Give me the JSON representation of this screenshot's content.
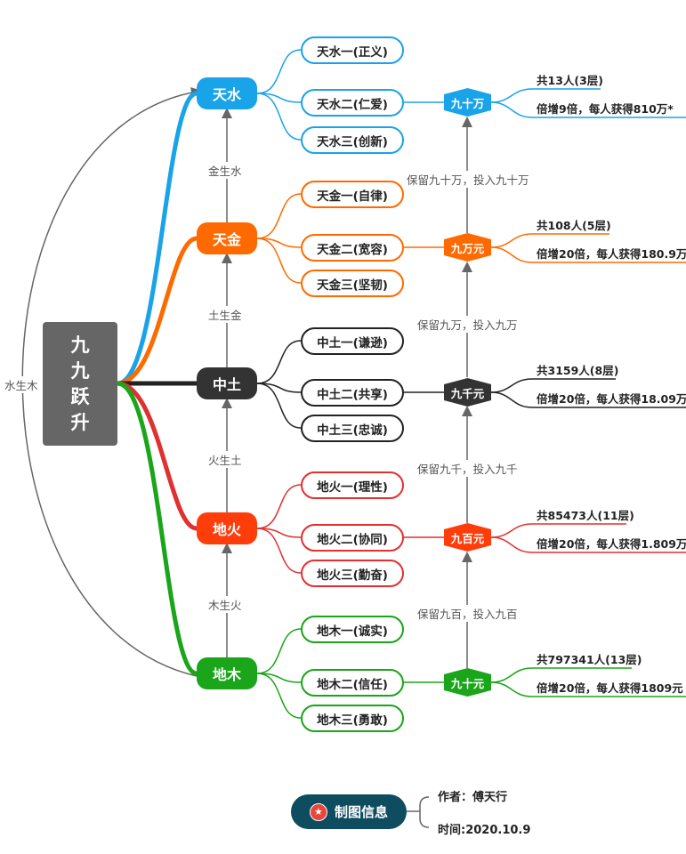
{
  "root": {
    "chars": [
      "九",
      "九",
      "跃",
      "升"
    ]
  },
  "colors": {
    "water": "#19a3e8",
    "metal": "#ff6a00",
    "earth": "#333333",
    "fire": "#ff3d0a",
    "wood": "#1aa51a",
    "root": "#666666",
    "footer": "#0e4c60"
  },
  "branches": [
    {
      "label": "天水",
      "leaves": [
        "天水一(正义)",
        "天水二(仁爱)",
        "天水三(创新)"
      ],
      "stage": "九十万",
      "count": "共13人(3层)",
      "gain": "倍增9倍，每人获得810万*"
    },
    {
      "label": "天金",
      "leaves": [
        "天金一(自律)",
        "天金二(宽容)",
        "天金三(坚韧)"
      ],
      "stage": "九万元",
      "count": "共108人(5层)",
      "gain": "倍增20倍，每人获得180.9万"
    },
    {
      "label": "中土",
      "leaves": [
        "中土一(谦逊)",
        "中土二(共享)",
        "中土三(忠诚)"
      ],
      "stage": "九千元",
      "count": "共3159人(8层)",
      "gain": "倍增20倍，每人获得18.09万"
    },
    {
      "label": "地火",
      "leaves": [
        "地火一(理性)",
        "地火二(协同)",
        "地火三(勤奋)"
      ],
      "stage": "九百元",
      "count": "共85473人(11层)",
      "gain": "倍增20倍，每人获得1.809万"
    },
    {
      "label": "地木",
      "leaves": [
        "地木一(诚实)",
        "地木二(信任)",
        "地木三(勇敢)"
      ],
      "stage": "九十元",
      "count": "共797341人(13层)",
      "gain": "倍增20倍，每人获得1809元"
    }
  ],
  "cycle": [
    "金生水",
    "土生金",
    "火生土",
    "木生火"
  ],
  "cycle_wrap": "水生木",
  "invest": [
    "保留九十万，投入九十万",
    "保留九万，投入九万",
    "保留九千，投入九千",
    "保留九百，投入九百"
  ],
  "footer": {
    "label": "制图信息",
    "author": "作者：傅天行",
    "time": "时间:2020.10.9"
  }
}
